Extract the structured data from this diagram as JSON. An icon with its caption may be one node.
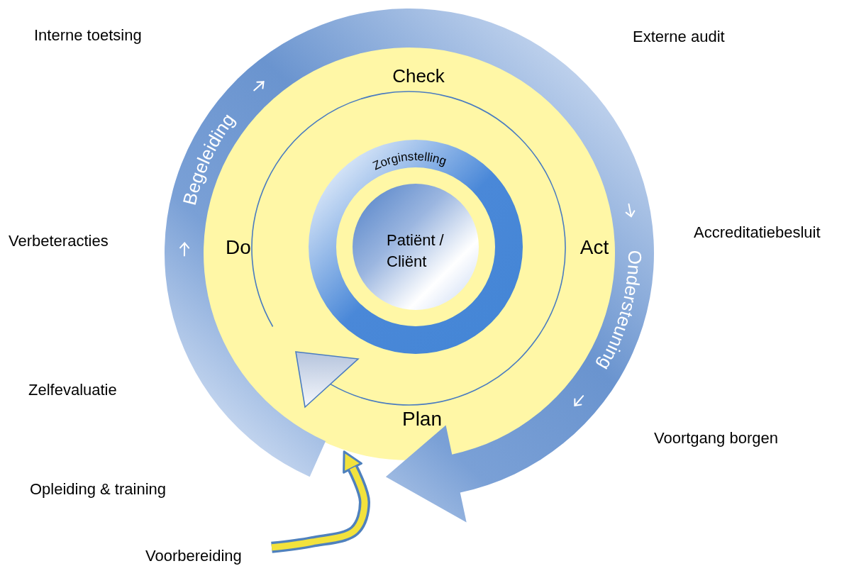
{
  "diagram": {
    "nodes": [
      {
        "text": [
          "Check",
          "Do",
          "Act",
          "Plan"
        ]
      },
      {
        "text": [
          "Zorginstelling"
        ],
        "in": 0
      },
      {
        "text": [
          "Patiënt / Cliënt"
        ],
        "in": 1
      },
      {
        "text": [
          "Voorbereiding"
        ]
      }
    ],
    "edges": [
      {
        "from": 3,
        "to": 0,
        "arrow": "to"
      }
    ],
    "labels": [
      "Interne toetsing",
      "Externe audit",
      "Begeleiding",
      "Verbeteracties",
      "Accreditatiebesluit",
      "Ondersteuning",
      "Zelfevaluatie",
      "Voortgang borgen",
      "Opleiding & training"
    ]
  }
}
